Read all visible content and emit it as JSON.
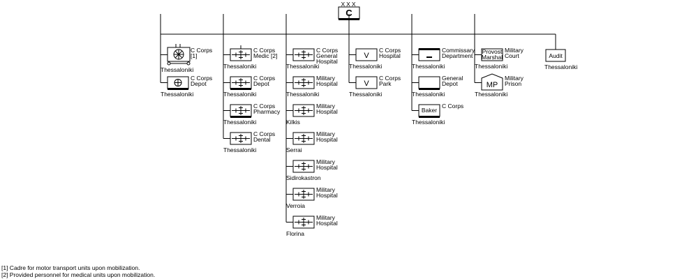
{
  "corps": {
    "echelon": "XXX",
    "letter": "C"
  },
  "columns": [
    {
      "id": "transport",
      "units": [
        {
          "symbol": "motor-transport",
          "label": [
            "C Corps",
            "[1]"
          ],
          "location": "Thessaloniki"
        },
        {
          "symbol": "transport-depot",
          "label": [
            "C Corps",
            "Depot"
          ],
          "location": "Thessaloniki"
        }
      ]
    },
    {
      "id": "medical",
      "units": [
        {
          "symbol": "medical-marker",
          "label": [
            "C Corps",
            "Medic [2]"
          ],
          "location": "Thessaloniki"
        },
        {
          "symbol": "medical-depot",
          "label": [
            "C Corps",
            "Depot"
          ],
          "location": "Thessaloniki"
        },
        {
          "symbol": "medical-depot",
          "label": [
            "C Corps",
            "Pharmacy"
          ],
          "location": "Thessaloniki"
        },
        {
          "symbol": "medical",
          "label": [
            "C Corps",
            "Dental"
          ],
          "location": "Thessaloniki"
        }
      ]
    },
    {
      "id": "hospitals",
      "units": [
        {
          "symbol": "medical",
          "label": [
            "C Corps",
            "General",
            "Hospital"
          ],
          "location": "Thessaloniki"
        },
        {
          "symbol": "medical",
          "label": [
            "Military",
            "Hospital"
          ],
          "location": "Thessaloniki"
        },
        {
          "symbol": "medical",
          "label": [
            "Military",
            "Hospital"
          ],
          "location": "Kilkis"
        },
        {
          "symbol": "medical",
          "label": [
            "Military",
            "Hospital"
          ],
          "location": "Serrai"
        },
        {
          "symbol": "medical",
          "label": [
            "Military",
            "Hospital"
          ],
          "location": "Sidirokastron"
        },
        {
          "symbol": "medical",
          "label": [
            "Military",
            "Hospital"
          ],
          "location": "Verroia"
        },
        {
          "symbol": "medical",
          "label": [
            "Military",
            "Hospital"
          ],
          "location": "Florina"
        }
      ]
    },
    {
      "id": "veterinary",
      "units": [
        {
          "symbol": "veterinary",
          "label": [
            "C Corps",
            "Hospital"
          ],
          "location": "Thessaloniki",
          "box_text": "V"
        },
        {
          "symbol": "veterinary",
          "label": [
            "C Corps",
            "Park"
          ],
          "location": "Thessaloniki",
          "box_text": "V"
        }
      ]
    },
    {
      "id": "supply",
      "units": [
        {
          "symbol": "commissary",
          "label": [
            "Commissary",
            "Department"
          ],
          "location": "Thessaloniki"
        },
        {
          "symbol": "general-depot",
          "label": [
            "General",
            "Depot"
          ],
          "location": "Thessaloniki"
        },
        {
          "symbol": "baker",
          "label": [
            "C Corps"
          ],
          "location": "Thessaloniki",
          "box_text": "Baker"
        }
      ]
    },
    {
      "id": "police",
      "units": [
        {
          "symbol": "provost",
          "label": [
            "Military",
            "Court"
          ],
          "location": "Thessaloniki",
          "box_text": [
            "Provost",
            "Marshal"
          ]
        },
        {
          "symbol": "military-police",
          "label": [
            "Military",
            "Prison"
          ],
          "location": "Thessaloniki",
          "box_text": "MP"
        }
      ]
    },
    {
      "id": "audit",
      "units": [
        {
          "symbol": "audit",
          "label": [],
          "location": "Thessaloniki",
          "box_text": "Audit"
        }
      ]
    }
  ],
  "footnotes": [
    "[1] Cadre for motor transport units upon mobilization.",
    "[2] Provided personnel for medical units upon mobilization."
  ],
  "colors": {
    "line": "#000000",
    "background": "#ffffff"
  }
}
